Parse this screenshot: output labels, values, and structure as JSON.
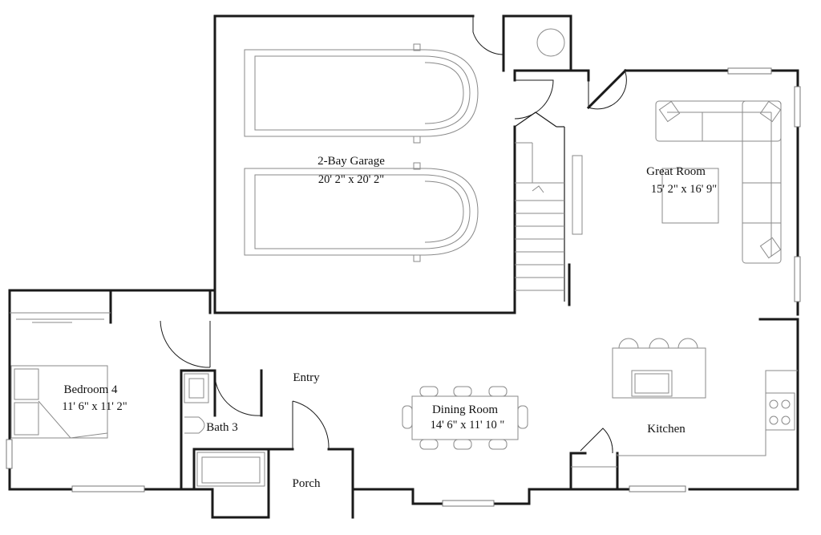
{
  "rooms": {
    "garage": {
      "name": "2-Bay Garage",
      "dims": "20' 2\" x 20' 2\""
    },
    "great_room": {
      "name": "Great Room",
      "dims": "15' 2\" x 16' 9\""
    },
    "bedroom4": {
      "name": "Bedroom 4",
      "dims": "11' 6\" x 11' 2\""
    },
    "bath3": {
      "name": "Bath 3"
    },
    "entry": {
      "name": "Entry"
    },
    "dining": {
      "name": "Dining Room",
      "dims": "14' 6\" x 11' 10 \""
    },
    "kitchen": {
      "name": "Kitchen"
    },
    "porch": {
      "name": "Porch"
    }
  }
}
